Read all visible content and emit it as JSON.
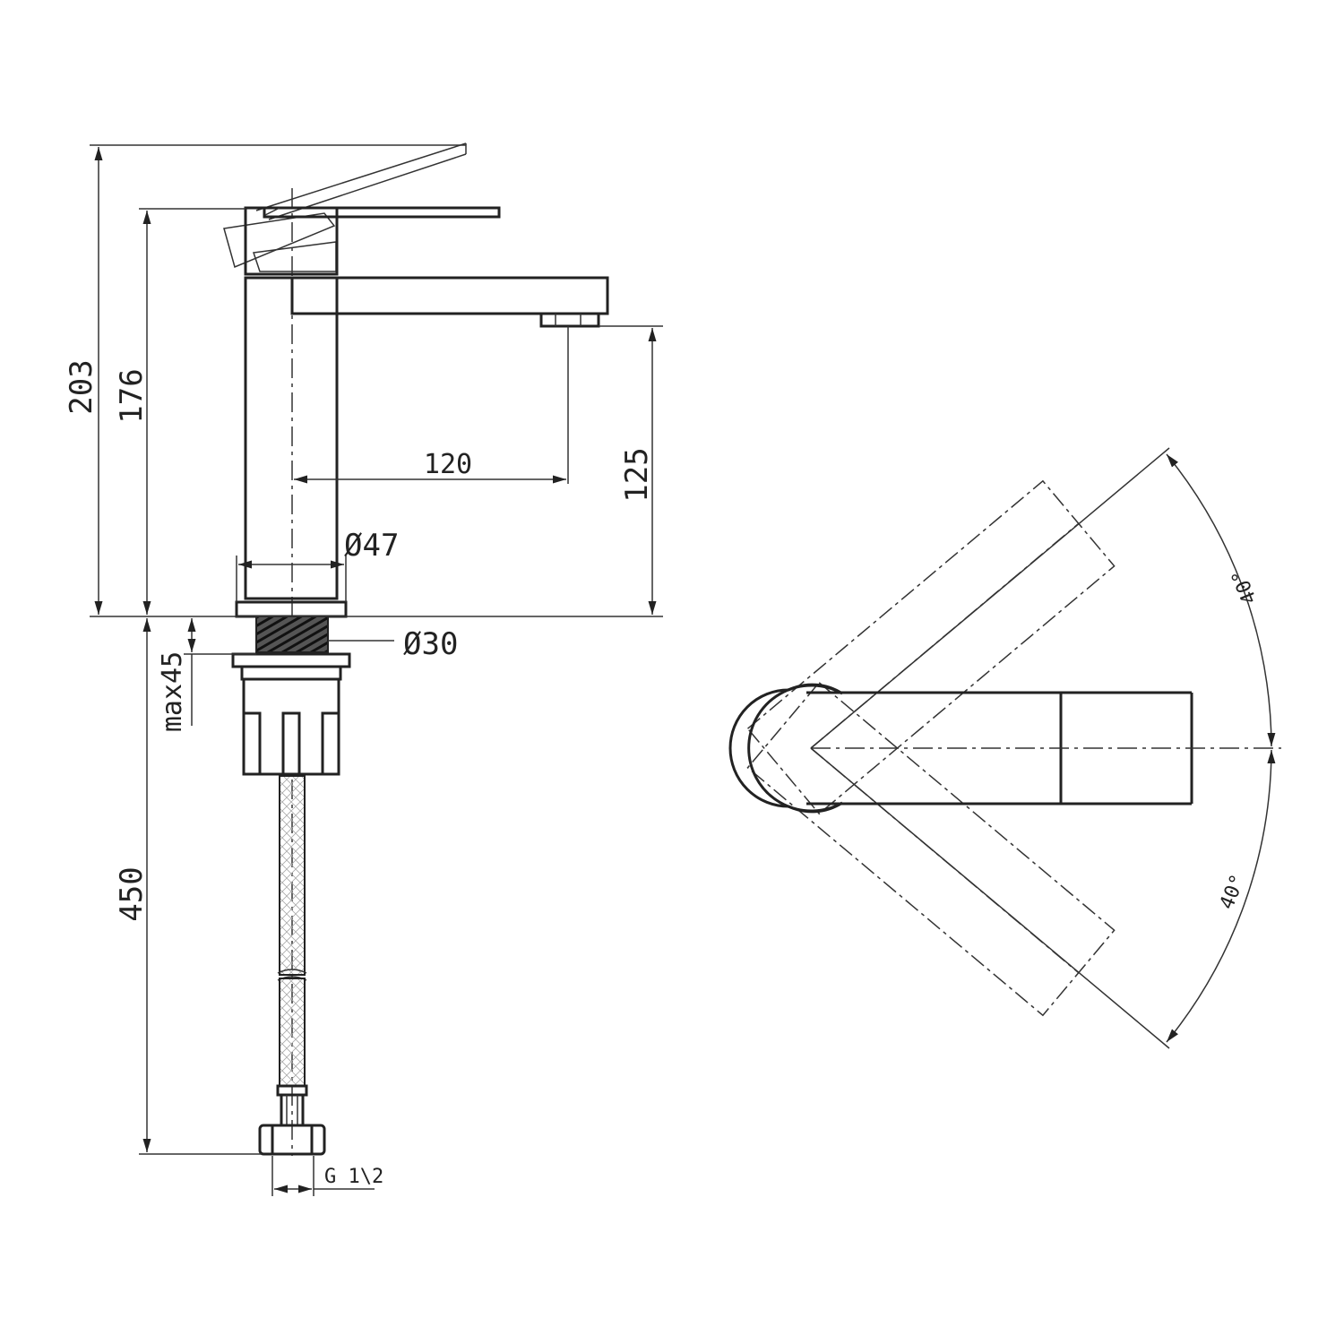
{
  "dimensions": {
    "total_height": "203",
    "lever_height": "176",
    "spout_reach": "120",
    "spout_height": "125",
    "body_diameter": "Ø47",
    "shank_diameter": "Ø30",
    "max_deck_thickness": "max45",
    "hose_length": "450",
    "connection_thread": "G 1\\2"
  },
  "angles": {
    "upper_swing": "40°",
    "lower_swing": "40°"
  }
}
